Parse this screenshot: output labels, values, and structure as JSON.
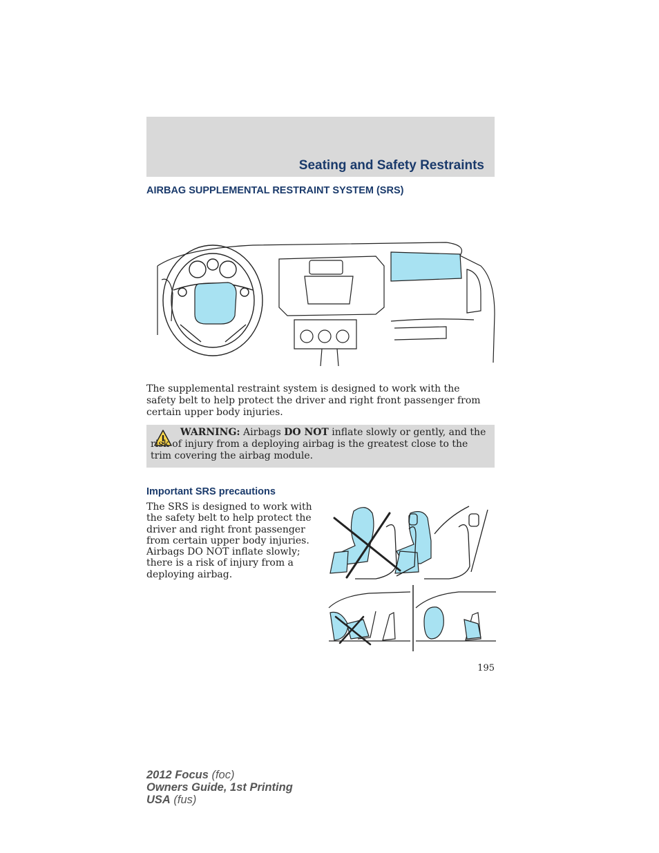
{
  "header": {
    "title": "Seating and Safety Restraints"
  },
  "section": {
    "heading": "AIRBAG SUPPLEMENTAL RESTRAINT SYSTEM (SRS)"
  },
  "intro": {
    "text": "The supplemental restraint system is designed to work with the safety belt to help protect the driver and right front passenger from certain upper body injuries."
  },
  "warning": {
    "label": "WARNING:",
    "part1": " Airbags ",
    "emphasis": "DO NOT",
    "part2": " inflate slowly or gently, and the risk of injury from a deploying airbag is the greatest close to the trim covering the airbag module."
  },
  "precautions": {
    "heading": "Important SRS precautions",
    "text": "The SRS is designed to work with the safety belt to help protect the driver and right front passenger from certain upper body injuries. Airbags DO NOT inflate slowly; there is a risk of injury from a deploying airbag."
  },
  "page_number": "195",
  "footer": {
    "line1_bold": "2012 Focus",
    "line1_thin": " (foc)",
    "line2": "Owners Guide, 1st Printing",
    "line3_bold": "USA",
    "line3_thin": " (fus)"
  },
  "colors": {
    "heading": "#1a3a6b",
    "band": "#d9d9d9",
    "airbag": "#a8e2f2"
  }
}
